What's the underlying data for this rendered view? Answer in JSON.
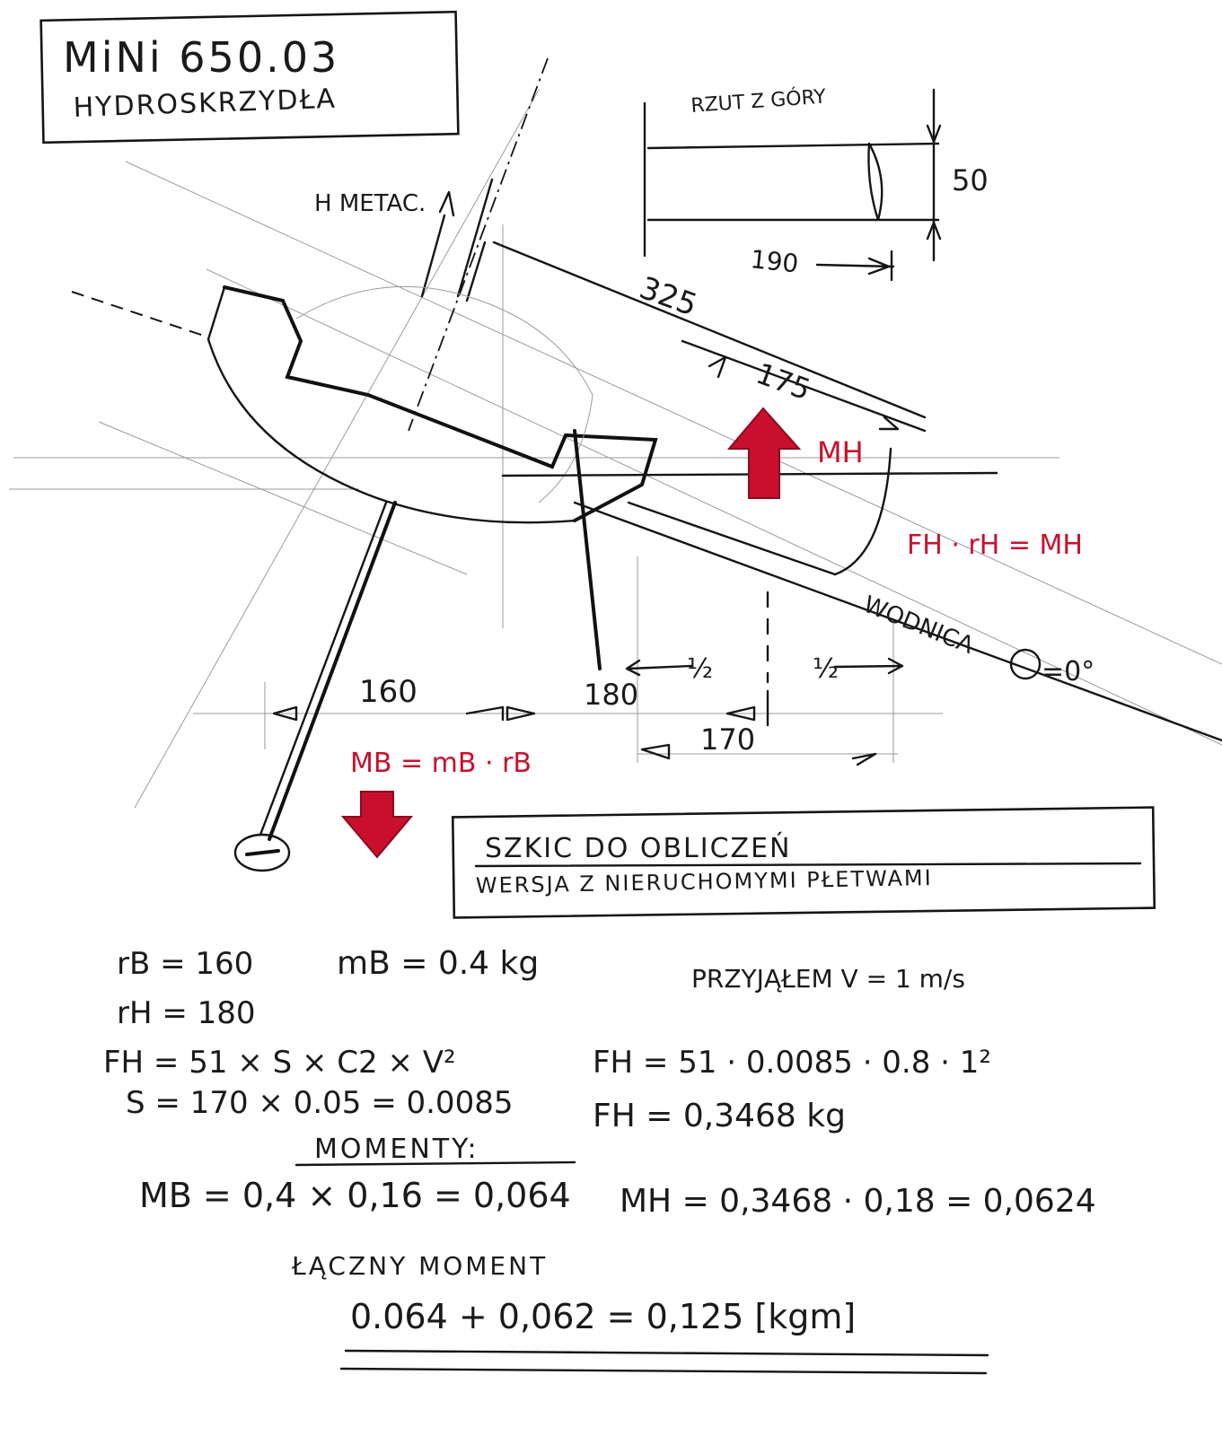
{
  "title_box": {
    "line1": "MiNi 650.03",
    "line2": "HYDROSKRZYDŁA"
  },
  "top_view": {
    "label": "RZUT Z GÓRY",
    "width_dim": "50",
    "length_dim": "190"
  },
  "dimensions": {
    "h_metac": "H METAC.",
    "d325": "325",
    "d175": "175",
    "d160": "160",
    "d180": "180",
    "d170": "170",
    "half_left": "½",
    "half_right": "½"
  },
  "waterline": {
    "label": "WODNICA",
    "angle_expr": "=0°"
  },
  "annotations": {
    "mh_arrow_label": "MH",
    "fh_formula": "FH · rH = MH",
    "mb_formula": "MB = mB · rB"
  },
  "sketch_box": {
    "line1": "SZKIC DO OBLICZEŃ",
    "line2": "WERSJA Z NIERUCHOMYMI PŁETWAMI"
  },
  "calculations": {
    "rb": "rB = 160",
    "mb": "mB = 0.4 kg",
    "assume": "PRZYJĄŁEM V = 1 m/s",
    "rh": "rH = 180",
    "fh_general": "FH = 51 × S × C2 × V²",
    "fh_subst": "FH = 51 · 0.0085 · 0.8 · 1²",
    "s_eq": "S = 170 × 0.05 = 0.0085",
    "fh_result": "FH = 0,3468 kg",
    "moments_head": "MOMENTY:",
    "mb_calc": "MB = 0,4 × 0,16 = 0,064",
    "mh_calc": "MH = 0,3468 · 0,18 = 0,0624",
    "total_head": "ŁĄCZNY MOMENT",
    "total_calc": "0.064 + 0,062 = 0,125 [kgm]"
  },
  "colors": {
    "ink": "#151515",
    "accent_red": "#c8102e",
    "construction": "#9a9a9a"
  }
}
